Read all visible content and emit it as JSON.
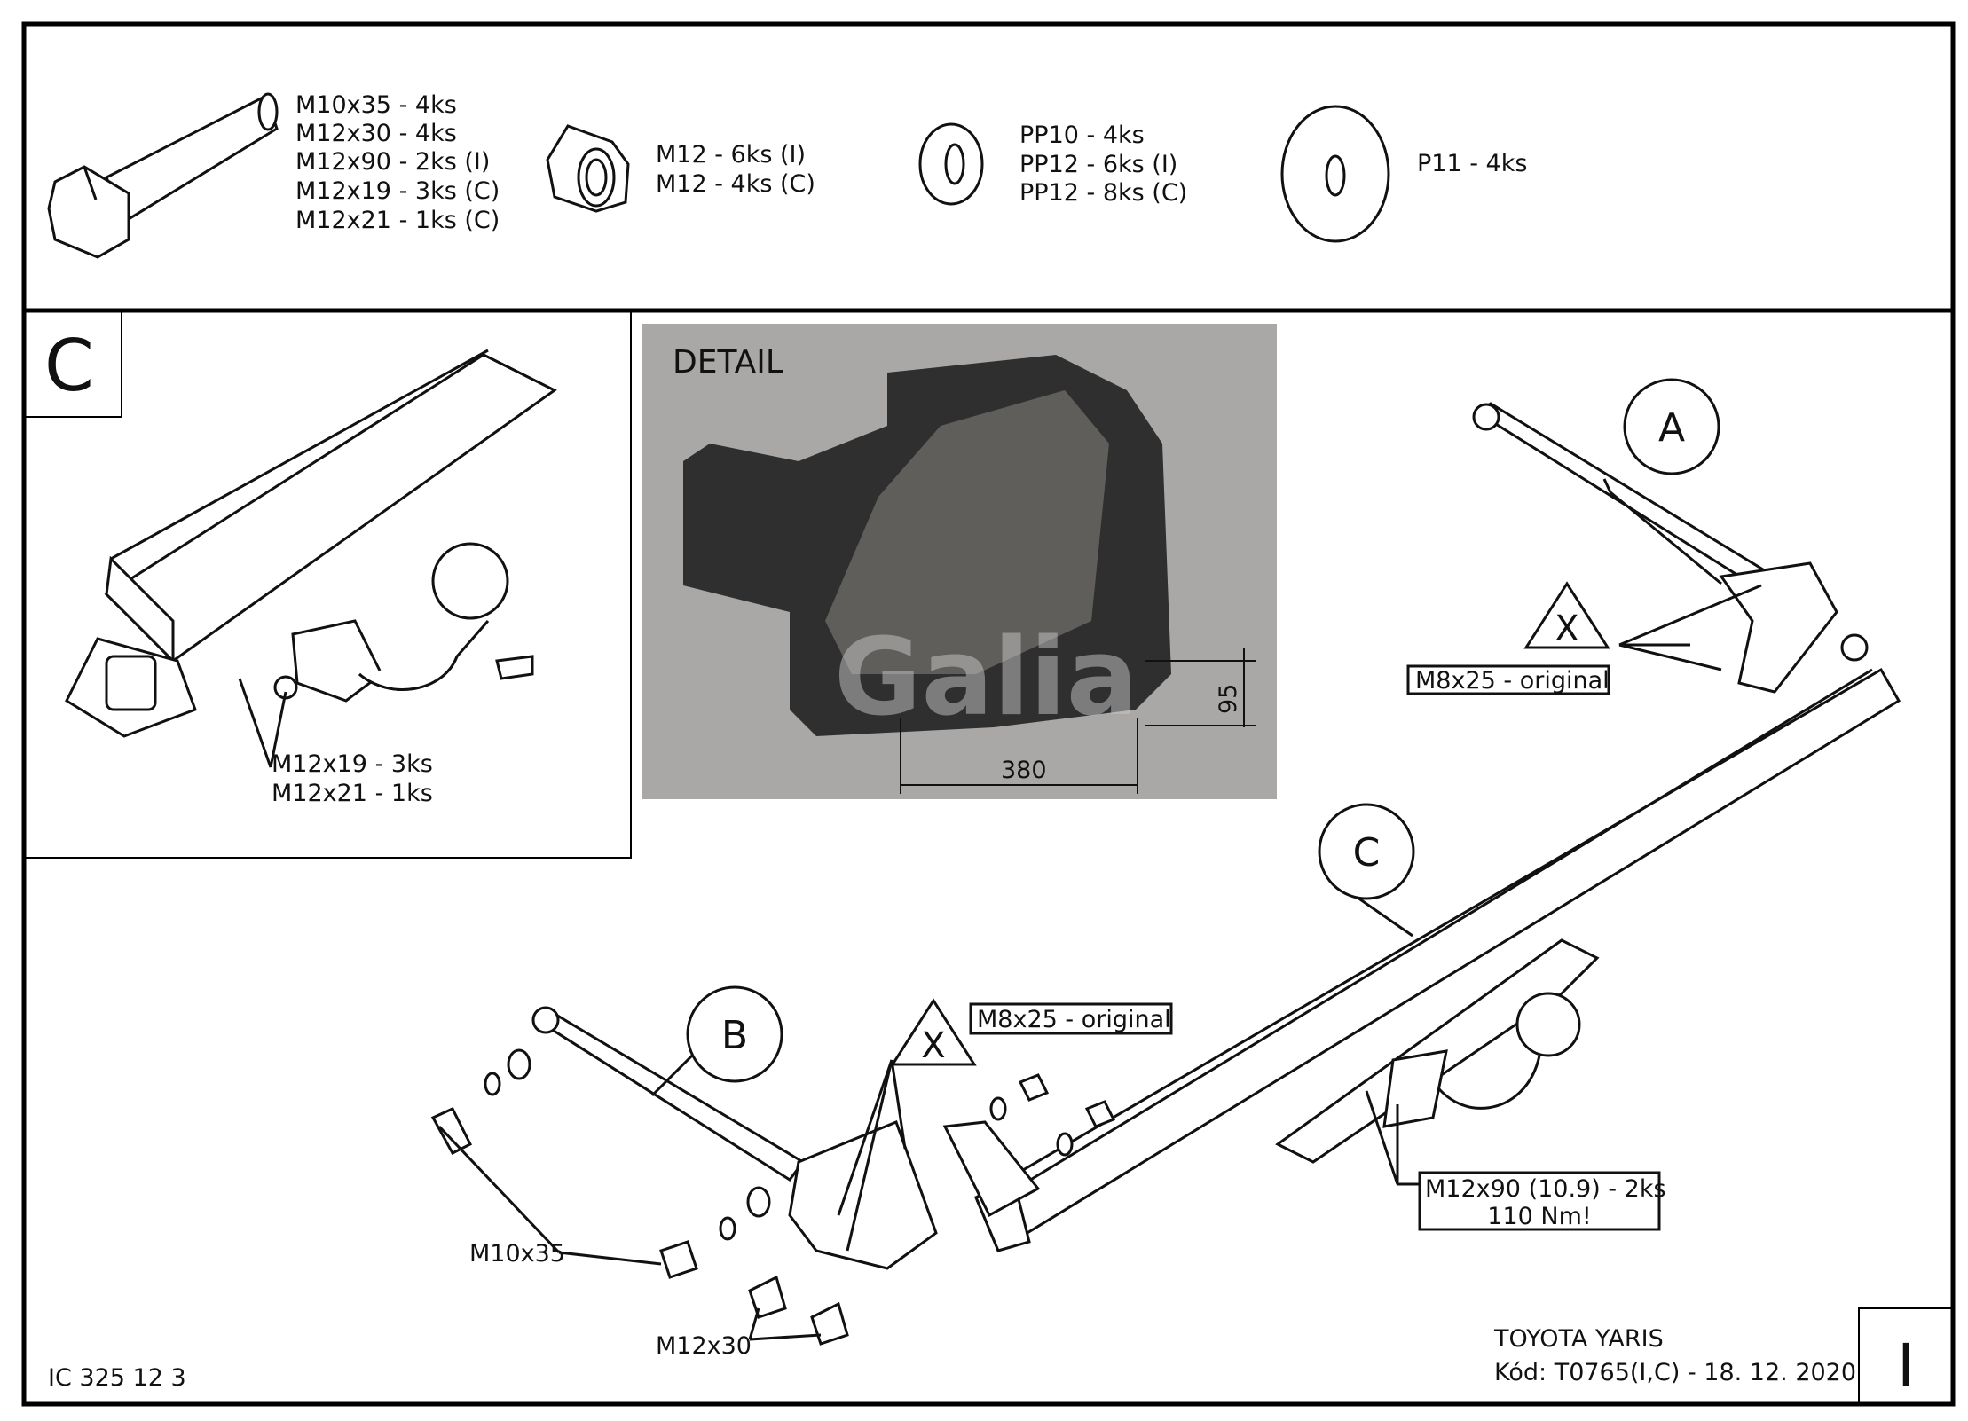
{
  "parts": {
    "bolts": [
      "M10x35 - 4ks",
      "M12x30 - 4ks",
      "M12x90 - 2ks (I)",
      "M12x19 - 3ks (C)",
      "M12x21 - 1ks (C)"
    ],
    "nuts": [
      "M12 - 6ks (I)",
      "M12 - 4ks (C)"
    ],
    "washers": [
      "PP10 - 4ks",
      "PP12 - 6ks (I)",
      "PP12 - 8ks (C)"
    ],
    "large_washer": [
      "P11 - 4ks"
    ]
  },
  "variant_c": {
    "label": "C",
    "bolt_labels": [
      "M12x19 - 3ks",
      "M12x21 - 1ks"
    ]
  },
  "detail": {
    "title": "DETAIL",
    "width_dim": "380",
    "height_dim": "95",
    "watermark": "Galia"
  },
  "callouts": {
    "a": "A",
    "b": "B",
    "c": "C",
    "x_top": "X",
    "x_bottom": "X",
    "m8_top": "M8x25 - original",
    "m8_bottom": "M8x25 - original",
    "m12x90": [
      "M12x90 (10.9) - 2ks",
      "110 Nm!"
    ],
    "m10x35": "M10x35",
    "m12x30": "M12x30"
  },
  "footer": {
    "drawing_no": "IC 325 12 3",
    "vehicle": "TOYOTA YARIS",
    "code": "Kód: T0765(I,C) - 18. 12. 2020",
    "sheet": "I"
  }
}
